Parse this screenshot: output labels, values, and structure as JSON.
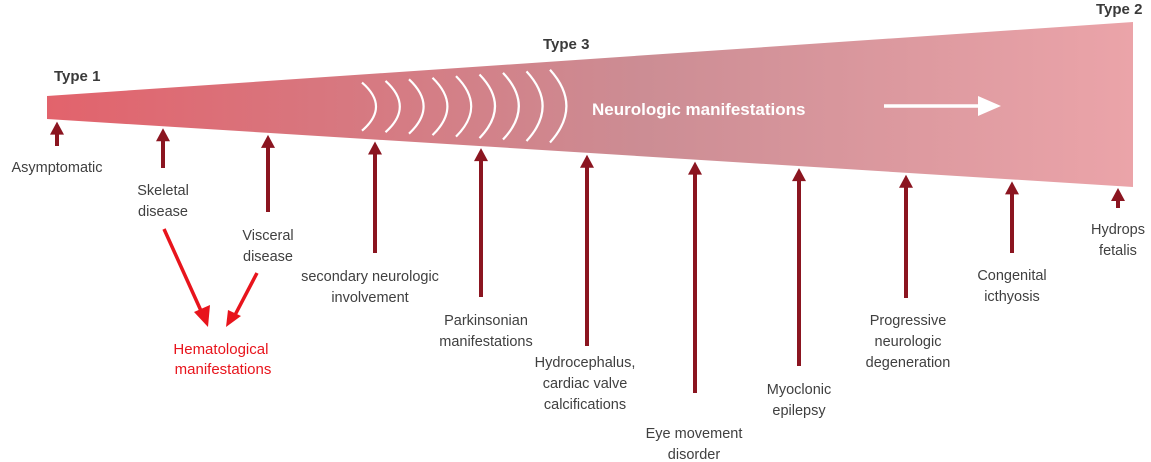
{
  "title": "Phenotypic spectrum of disease types",
  "colors": {
    "band_start": "#e2636c",
    "band_mid": "#cc8d94",
    "band_end": "#eba4a9",
    "pointer_arrow": "#8b1520",
    "hematological": "#e8141c",
    "text": "#404040",
    "type_label": "#3a3a3a",
    "band_text": "#ffffff"
  },
  "types": [
    {
      "id": "type1",
      "label": "Type 1"
    },
    {
      "id": "type3",
      "label": "Type 3"
    },
    {
      "id": "type2",
      "label": "Type 2"
    }
  ],
  "band": {
    "label": "Neurologic manifestations",
    "arc_count": 9,
    "direction_icon": "right-arrow-icon"
  },
  "manifestations": [
    {
      "id": "asymptomatic",
      "lines": [
        "Asymptomatic"
      ]
    },
    {
      "id": "skeletal-disease",
      "lines": [
        "Skeletal",
        "disease"
      ]
    },
    {
      "id": "visceral-disease",
      "lines": [
        "Visceral",
        "disease"
      ]
    },
    {
      "id": "secondary-neurologic-involvement",
      "lines": [
        "secondary neurologic",
        "involvement"
      ]
    },
    {
      "id": "parkinsonian-manifestations",
      "lines": [
        "Parkinsonian",
        "manifestations"
      ]
    },
    {
      "id": "hydrocephalus",
      "lines": [
        "Hydrocephalus,",
        "cardiac valve",
        "calcifications"
      ]
    },
    {
      "id": "eye-movement-disorder",
      "lines": [
        "Eye movement",
        "disorder"
      ]
    },
    {
      "id": "myoclonic-epilepsy",
      "lines": [
        "Myoclonic",
        "epilepsy"
      ]
    },
    {
      "id": "progressive-neurologic-degeneration",
      "lines": [
        "Progressive",
        "neurologic",
        "degeneration"
      ]
    },
    {
      "id": "congenital-icthyosis",
      "lines": [
        "Congenital",
        "icthyosis"
      ]
    },
    {
      "id": "hydrops-fetalis",
      "lines": [
        "Hydrops",
        "fetalis"
      ]
    }
  ],
  "hematological": {
    "lines": [
      "Hematological",
      "manifestations"
    ],
    "sources": [
      "skeletal-disease",
      "visceral-disease"
    ]
  }
}
